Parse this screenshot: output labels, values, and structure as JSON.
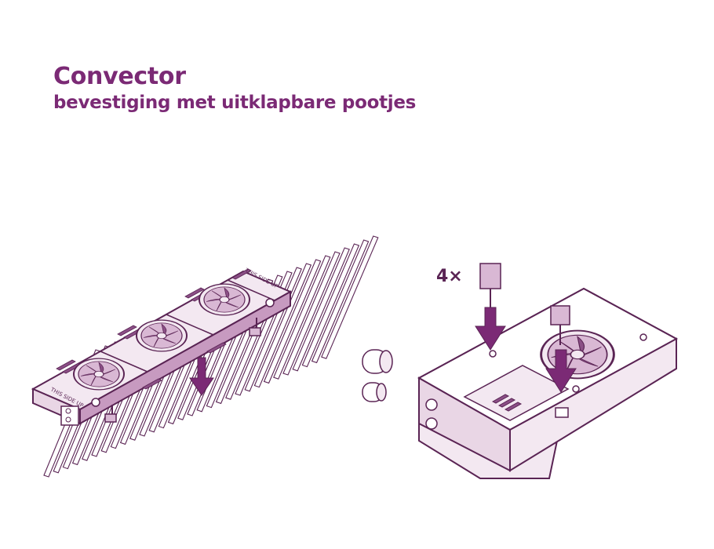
{
  "header": {
    "title": "Convector",
    "subtitle": "bevestiging met uitklapbare pootjes"
  },
  "detail": {
    "count_label": "4×"
  },
  "convector_unit": {
    "label": "THIS SIDE UP"
  },
  "colors": {
    "brand": "#7b2a75",
    "outline": "#5a2454",
    "fill_light": "#f3e8f1",
    "fill_mid": "#c79ac0",
    "fill_dark": "#8b4f86"
  },
  "icons": {
    "arrow": "down-arrow-icon",
    "fan": "fan-icon"
  }
}
